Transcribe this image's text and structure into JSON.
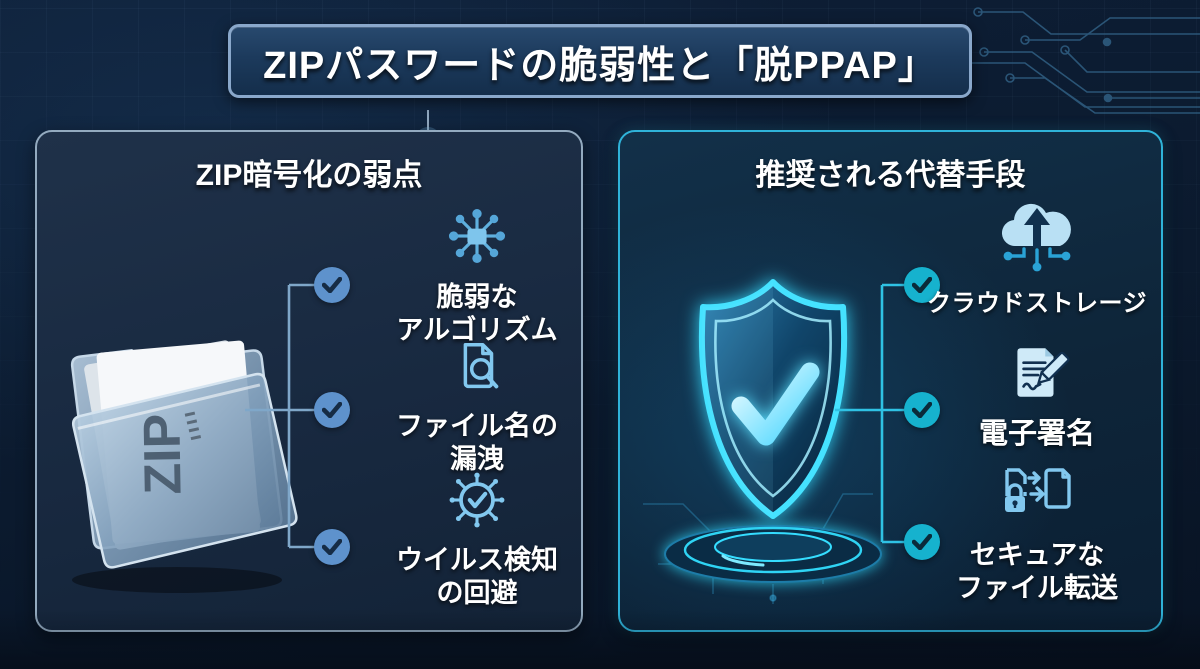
{
  "title": "ZIPパスワードの脆弱性と「脱PPAP」",
  "panels": {
    "left": {
      "header": "ZIP暗号化の弱点",
      "folder_label": "ZIP",
      "items": [
        {
          "icon": "weak-algorithm-icon",
          "label": "脆弱な\nアルゴリズム"
        },
        {
          "icon": "filename-leak-icon",
          "label": "ファイル名の\n漏洩"
        },
        {
          "icon": "virus-evasion-icon",
          "label": "ウイルス検知\nの回避"
        }
      ]
    },
    "right": {
      "header": "推奨される代替手段",
      "items": [
        {
          "icon": "cloud-storage-icon",
          "label": "クラウドストレージ"
        },
        {
          "icon": "digital-signature-icon",
          "label": "電子署名"
        },
        {
          "icon": "secure-file-transfer-icon",
          "label": "セキュアな\nファイル転送"
        }
      ]
    }
  },
  "colors": {
    "background": "#0b1a2e",
    "banner_fill": "#1c3a5c",
    "banner_border": "#8aa8cb",
    "left_panel_border": "#93aabf",
    "right_panel_border": "#2fb3d9",
    "left_check_circle": "#5e92cc",
    "right_check_circle": "#16b2ce",
    "icon_light_blue": "#82c8ef",
    "shield_glow": "#35dcff",
    "text": "#ffffff"
  }
}
